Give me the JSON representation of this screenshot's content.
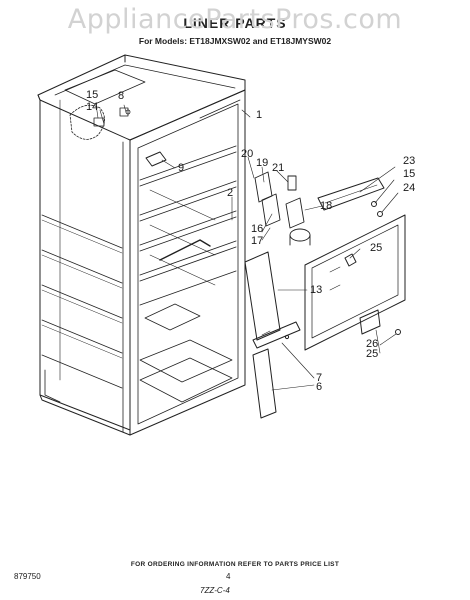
{
  "header": {
    "watermark": "AppliancePartsPros.com",
    "title": "LINER PARTS",
    "subtitle": "For Models: ET18JMXSW02 and ET18JMYSW02"
  },
  "callouts": [
    {
      "id": "c15a",
      "label": "15"
    },
    {
      "id": "c14",
      "label": "14"
    },
    {
      "id": "c8",
      "label": "8"
    },
    {
      "id": "c1",
      "label": "1"
    },
    {
      "id": "c9",
      "label": "9"
    },
    {
      "id": "c20",
      "label": "20"
    },
    {
      "id": "c19",
      "label": "19"
    },
    {
      "id": "c21",
      "label": "21"
    },
    {
      "id": "c2",
      "label": "2"
    },
    {
      "id": "c23",
      "label": "23"
    },
    {
      "id": "c15b",
      "label": "15"
    },
    {
      "id": "c24",
      "label": "24"
    },
    {
      "id": "c16",
      "label": "16"
    },
    {
      "id": "c17",
      "label": "17"
    },
    {
      "id": "c18",
      "label": "18"
    },
    {
      "id": "c25a",
      "label": "25"
    },
    {
      "id": "c13",
      "label": "13"
    },
    {
      "id": "c26",
      "label": "26"
    },
    {
      "id": "c25b",
      "label": "25"
    },
    {
      "id": "c7",
      "label": "7"
    },
    {
      "id": "c6",
      "label": "6"
    }
  ],
  "footer": {
    "ordering_note": "FOR ORDERING INFORMATION REFER TO PARTS PRICE LIST",
    "page_number": "4",
    "document_number": "879750",
    "handwritten_code": "7ZZ-C-4"
  }
}
